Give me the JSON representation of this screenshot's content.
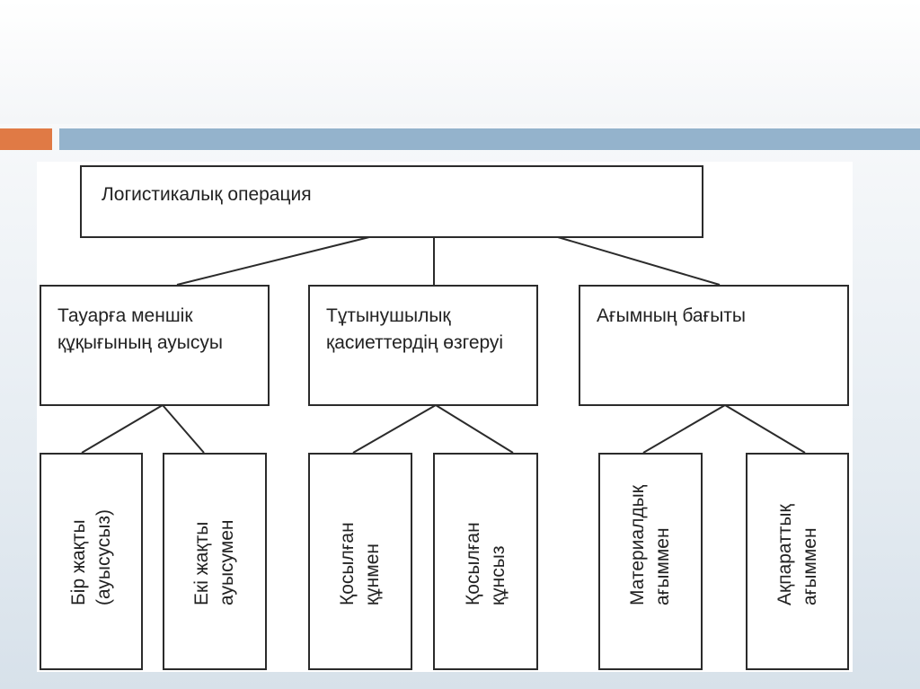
{
  "root": {
    "label": "Логистикалық операция"
  },
  "groups": [
    {
      "label": "Тауарға меншік құқығының ауысуы",
      "children": [
        "Бір жақты\n(ауысусыз)",
        "Екі жақты\nауысумен"
      ]
    },
    {
      "label": "Тұтынушылық қасиеттердің өзгеруі",
      "children": [
        "Қосылған\nқұнмен",
        "Қосылған\nқұнсыз"
      ]
    },
    {
      "label": "Ағымның бағыты",
      "children": [
        "Материалдық\nағыммен",
        "Ақпараттық\nағыммен"
      ]
    }
  ],
  "colors": {
    "accent_orange": "#e07a45",
    "accent_blue": "#94b3cc",
    "box_border": "#2b2b2b"
  }
}
